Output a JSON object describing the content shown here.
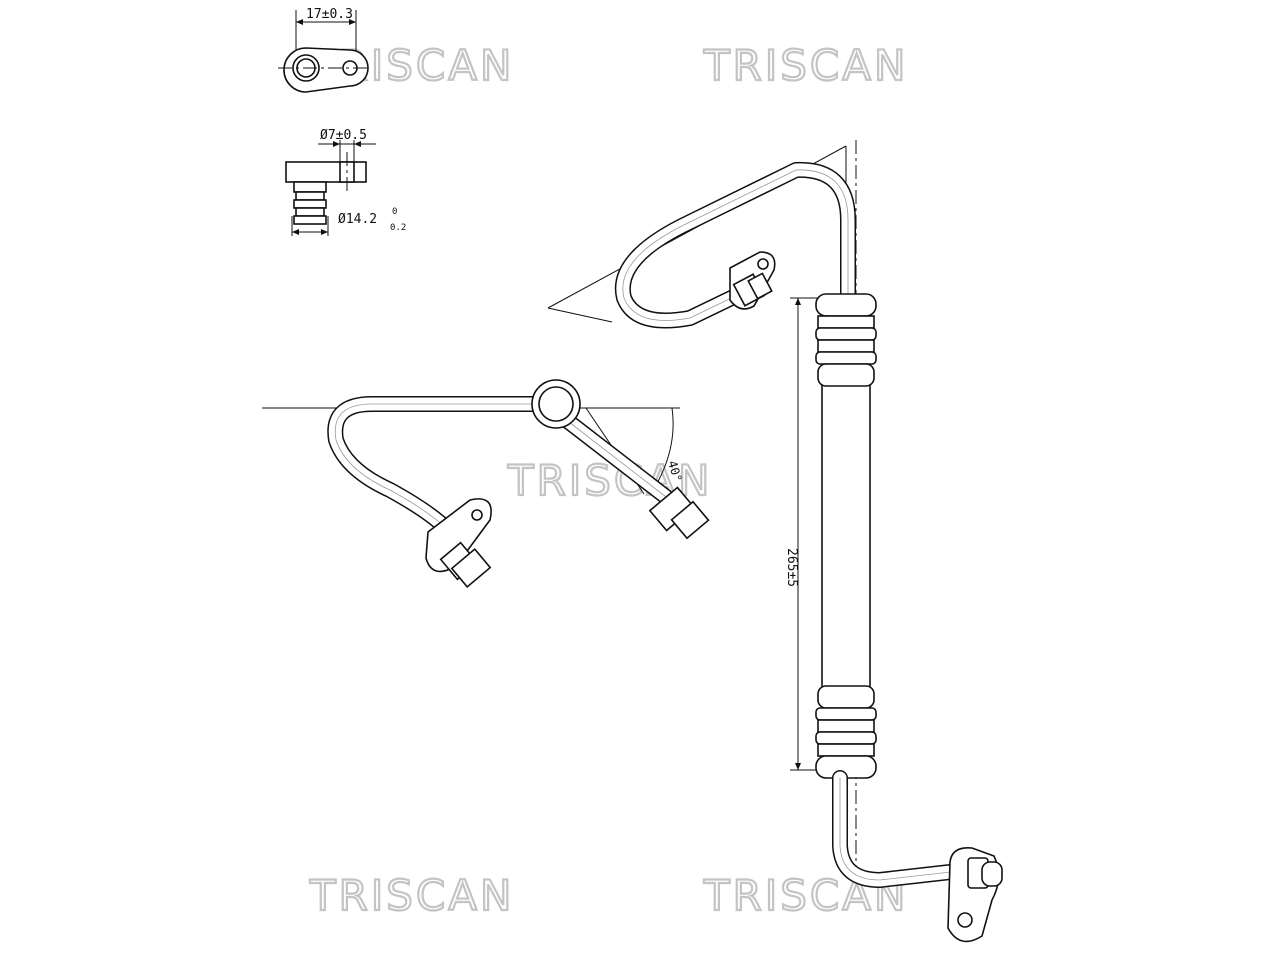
{
  "watermark": {
    "text": "TRISCAN"
  },
  "dimensions": {
    "flange_width": "17±0.3",
    "port_bore": "Ø7±0.5",
    "spigot_diameter": "Ø14.2",
    "spigot_tol_upper": "0",
    "spigot_tol_lower": "0.2",
    "angle": "40°",
    "hose_length": "265±5"
  }
}
